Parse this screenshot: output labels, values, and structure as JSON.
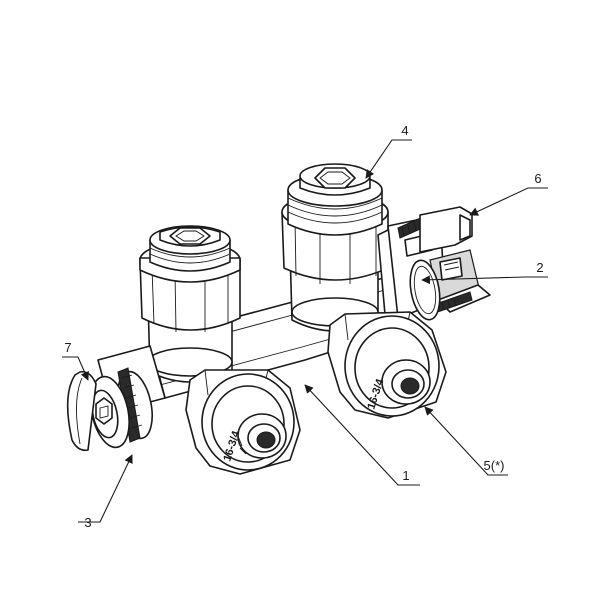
{
  "diagram": {
    "callouts": {
      "c1": "1",
      "c2": "2",
      "c3": "3",
      "c4": "4",
      "c5": "5(*)",
      "c6": "6",
      "c7": "7"
    },
    "engraving": {
      "left_nut": "16-3/4",
      "right_nut": "16-3/4"
    }
  }
}
